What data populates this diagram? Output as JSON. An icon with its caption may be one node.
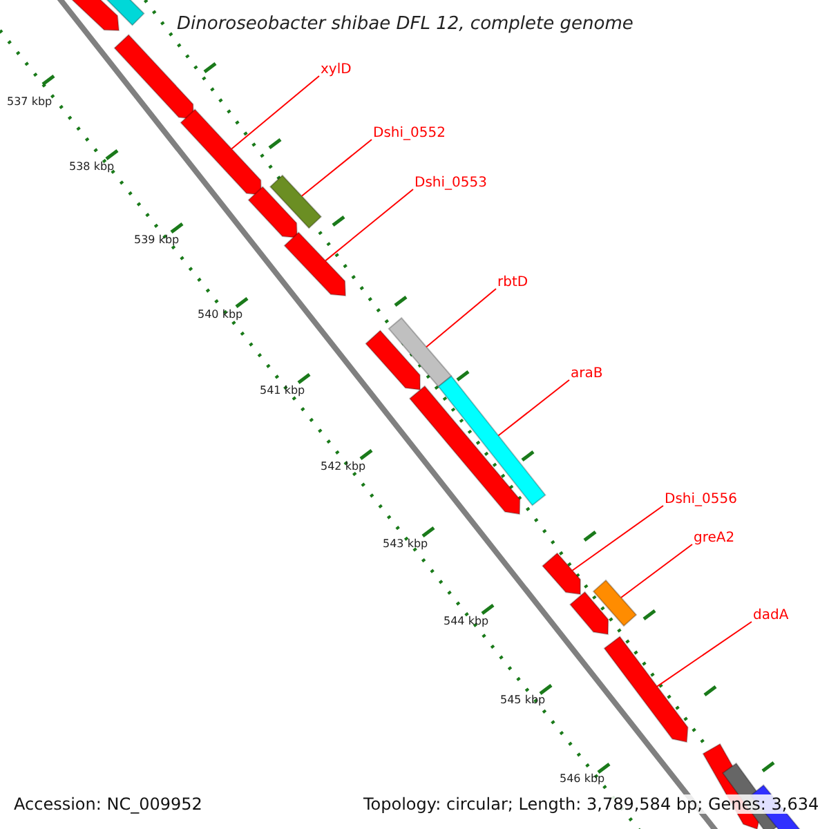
{
  "diagram": {
    "title": "Dinoroseobacter shibae DFL 12, complete genome",
    "nodes": [
      {
        "text": [
          "xylD"
        ]
      },
      {
        "text": [
          "Dshi_0552"
        ]
      },
      {
        "text": [
          "Dshi_0553"
        ]
      },
      {
        "text": [
          "rbtD"
        ]
      },
      {
        "text": [
          "araB"
        ]
      },
      {
        "text": [
          "Dshi_0556"
        ]
      },
      {
        "text": [
          "greA2"
        ]
      },
      {
        "text": [
          "dadA"
        ]
      },
      {
        "text": [],
        "shape": "arrow"
      },
      {
        "text": [],
        "shape": "box"
      },
      {
        "text": [],
        "shape": "arrow"
      },
      {
        "text": [],
        "shape": "arrow"
      },
      {
        "text": [],
        "shape": "box"
      },
      {
        "text": [],
        "shape": "arrow"
      },
      {
        "text": [],
        "shape": "arrow"
      },
      {
        "text": [],
        "shape": "box"
      },
      {
        "text": [],
        "shape": "arrow"
      },
      {
        "text": [],
        "shape": "box"
      },
      {
        "text": [],
        "shape": "arrow"
      },
      {
        "text": [],
        "shape": "arrow"
      },
      {
        "text": [],
        "shape": "box"
      },
      {
        "text": [],
        "shape": "arrow"
      },
      {
        "text": [],
        "shape": "arrow"
      },
      {
        "text": [],
        "shape": "arrow"
      },
      {
        "text": [],
        "shape": "box"
      },
      {
        "text": [],
        "shape": "box"
      }
    ],
    "edges": [
      {
        "from": 0,
        "to": 11,
        "arrow": "none"
      },
      {
        "from": 1,
        "to": 12,
        "arrow": "none"
      },
      {
        "from": 2,
        "to": 14,
        "arrow": "none"
      },
      {
        "from": 3,
        "to": 15,
        "arrow": "none"
      },
      {
        "from": 4,
        "to": 17,
        "arrow": "none"
      },
      {
        "from": 5,
        "to": 19,
        "arrow": "none"
      },
      {
        "from": 6,
        "to": 20,
        "arrow": "none"
      },
      {
        "from": 7,
        "to": 22,
        "arrow": "none"
      }
    ],
    "labels": [
      "537 kbp",
      "538 kbp",
      "539 kbp",
      "540 kbp",
      "541 kbp",
      "542 kbp",
      "543 kbp",
      "544 kbp",
      "545 kbp",
      "546 kbp",
      "Accession: NC_009952",
      "Topology: circular; Length: 3,789,584 bp; Genes: 3,634"
    ]
  }
}
